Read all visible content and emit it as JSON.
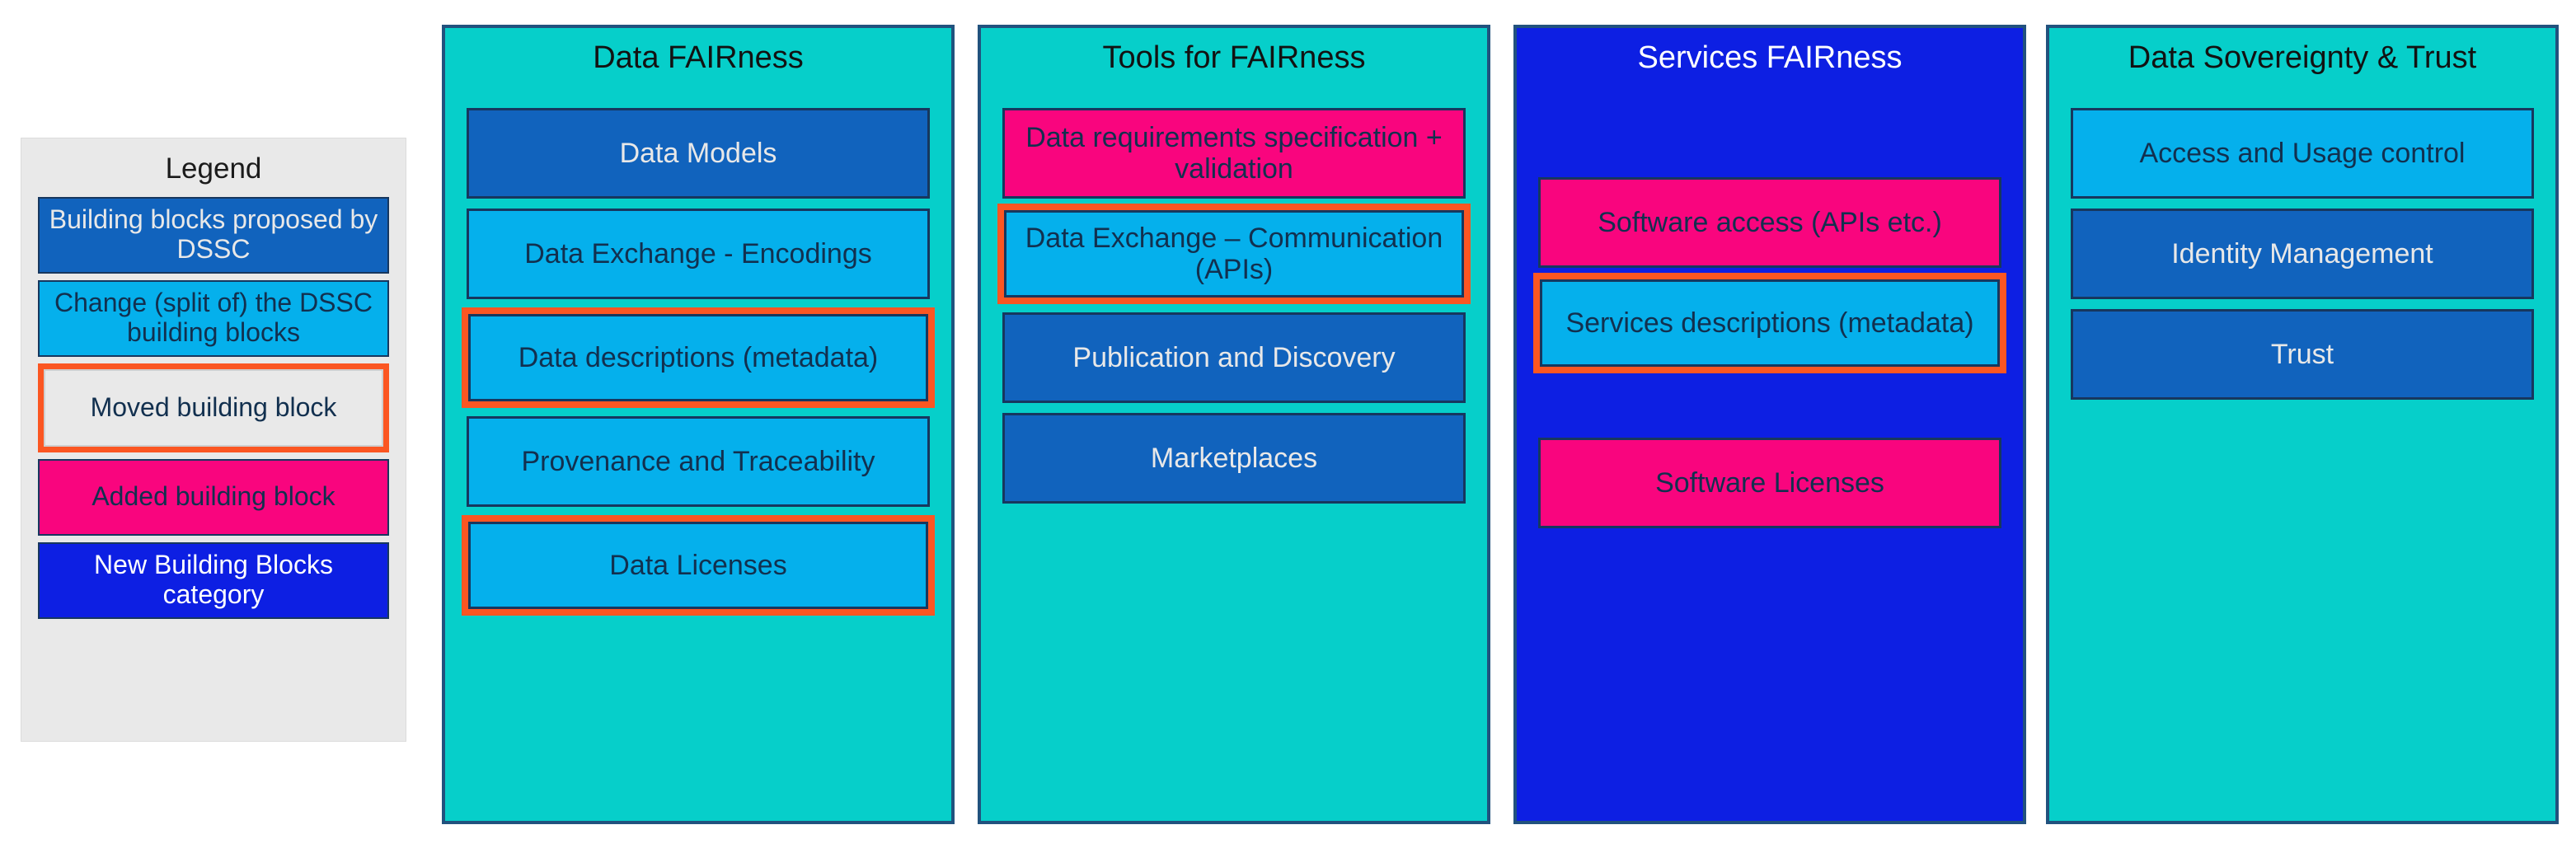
{
  "legend": {
    "title": "Legend",
    "items": [
      {
        "label": "Building blocks proposed by DSSC",
        "style": "dssc",
        "color": "#1163bd"
      },
      {
        "label": "Change (split of) the DSSC building blocks",
        "style": "change",
        "color": "#05b0ec"
      },
      {
        "label": "Moved building block",
        "style": "moved",
        "color": "#fb5622"
      },
      {
        "label": "Added building block",
        "style": "added",
        "color": "#f9057e"
      },
      {
        "label": "New Building Blocks category",
        "style": "new",
        "color": "#0d1fe3"
      }
    ]
  },
  "columns": [
    {
      "title": "Data FAIRness",
      "header_color": "#06cfca",
      "blocks": [
        {
          "label": "Data Models",
          "kind": "dark",
          "moved": false
        },
        {
          "label": "Data Exchange - Encodings",
          "kind": "light",
          "moved": false
        },
        {
          "label": "Data descriptions (metadata)",
          "kind": "light",
          "moved": true
        },
        {
          "label": "Provenance and Traceability",
          "kind": "light",
          "moved": false
        },
        {
          "label": "Data Licenses",
          "kind": "light",
          "moved": true
        }
      ]
    },
    {
      "title": "Tools for FAIRness",
      "header_color": "#06cfca",
      "blocks": [
        {
          "label": "Data requirements specification + validation",
          "kind": "pink",
          "moved": false
        },
        {
          "label": "Data Exchange – Communication (APIs)",
          "kind": "light",
          "moved": true
        },
        {
          "label": "Publication and Discovery",
          "kind": "dark",
          "moved": false
        },
        {
          "label": "Marketplaces",
          "kind": "dark",
          "moved": false
        }
      ]
    },
    {
      "title": "Services FAIRness",
      "header_color": "#0d1fe3",
      "blocks": [
        {
          "label": "Software access (APIs etc.)",
          "kind": "pink",
          "moved": false
        },
        {
          "label": "Services descriptions (metadata)",
          "kind": "light",
          "moved": true
        },
        {
          "label": "Software Licenses",
          "kind": "pink",
          "moved": false
        }
      ]
    },
    {
      "title": "Data Sovereignty & Trust",
      "header_color": "#06cfca",
      "blocks": [
        {
          "label": "Access and Usage control",
          "kind": "light",
          "moved": false
        },
        {
          "label": "Identity Management",
          "kind": "dark",
          "moved": false
        },
        {
          "label": "Trust",
          "kind": "dark",
          "moved": false
        }
      ]
    }
  ],
  "palette": {
    "teal": "#06cfca",
    "blue": "#0d1fe3",
    "dark_blue_block": "#1163bd",
    "light_blue_block": "#05b0ec",
    "pink_block": "#f9057e",
    "moved_outline": "#fb5622",
    "block_border": "#17375e",
    "column_border": "#21527e",
    "legend_bg": "#e9e9e9"
  }
}
